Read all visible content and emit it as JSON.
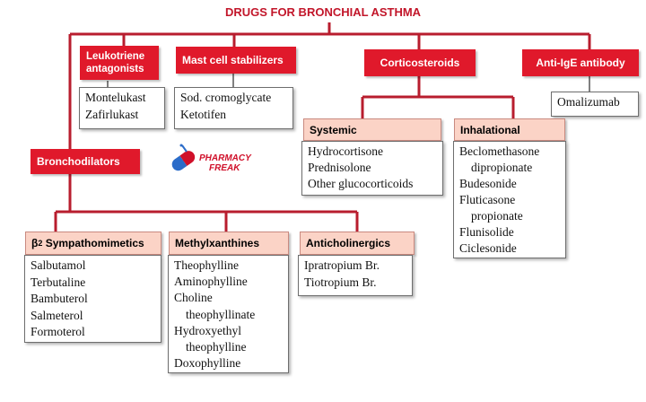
{
  "title": "DRUGS FOR BRONCHIAL ASTHMA",
  "logo": {
    "line1": "PHARMACY",
    "line2": "FREAK",
    "icon": "capsule-icon"
  },
  "colors": {
    "red": "#e0192b",
    "pink": "#fbd3c6",
    "title": "#c2162a"
  },
  "categories": {
    "leukotriene": {
      "label": "Leukotriene antagonists",
      "drugs": [
        "Montelukast",
        "Zafirlukast"
      ]
    },
    "mast_cell": {
      "label": "Mast cell stabilizers",
      "drugs": [
        "Sod. cromoglycate",
        "Ketotifen"
      ]
    },
    "corticosteroids": {
      "label": "Corticosteroids",
      "systemic": {
        "label": "Systemic",
        "drugs": [
          "Hydrocortisone",
          "Prednisolone",
          "Other glucocorticoids"
        ]
      },
      "inhalational": {
        "label": "Inhalational",
        "drugs": [
          "Beclomethasone",
          "dipropionate",
          "Budesonide",
          "Fluticasone",
          "propionate",
          "Flunisolide",
          "Ciclesonide"
        ]
      }
    },
    "anti_ige": {
      "label": "Anti-IgE antibody",
      "drugs": [
        "Omalizumab"
      ]
    },
    "bronchodilators": {
      "label": "Bronchodilators",
      "beta2": {
        "symbol": "β",
        "subscript": "2",
        "label": "Sympathomimetics",
        "drugs": [
          "Salbutamol",
          "Terbutaline",
          "Bambuterol",
          "Salmeterol",
          "Formoterol"
        ]
      },
      "methylxanthines": {
        "label": "Methylxanthines",
        "drugs": [
          "Theophylline",
          "Aminophylline",
          "Choline",
          "theophyllinate",
          "Hydroxyethyl",
          "theophylline",
          "Doxophylline"
        ]
      },
      "anticholinergics": {
        "label": "Anticholinergics",
        "drugs": [
          "Ipratropium Br.",
          "Tiotropium Br."
        ]
      }
    }
  }
}
